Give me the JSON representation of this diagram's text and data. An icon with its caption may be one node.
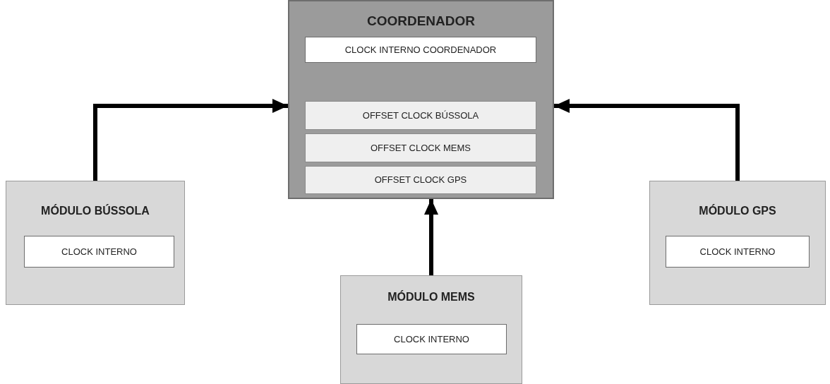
{
  "diagram": {
    "nodes": [
      {
        "text": [
          "COORDENADOR"
        ]
      },
      {
        "text": [
          "CLOCK INTERNO COORDENADOR"
        ],
        "in": 0
      },
      {
        "text": [
          "OFFSET CLOCK BÚSSOLA"
        ],
        "in": 0
      },
      {
        "text": [
          "OFFSET CLOCK MEMS"
        ],
        "in": 0
      },
      {
        "text": [
          "OFFSET CLOCK GPS"
        ],
        "in": 0
      },
      {
        "text": [
          "MÓDULO BÚSSOLA"
        ]
      },
      {
        "text": [
          "CLOCK INTERNO"
        ],
        "in": 5
      },
      {
        "text": [
          "MÓDULO GPS"
        ]
      },
      {
        "text": [
          "CLOCK INTERNO"
        ],
        "in": 7
      },
      {
        "text": [
          "MÓDULO MEMS"
        ]
      },
      {
        "text": [
          "CLOCK INTERNO"
        ],
        "in": 9
      }
    ],
    "edges": [
      {
        "from": 5,
        "to": 0,
        "arrow": "to"
      },
      {
        "from": 7,
        "to": 0,
        "arrow": "to"
      },
      {
        "from": 9,
        "to": 0,
        "arrow": "to"
      }
    ]
  }
}
